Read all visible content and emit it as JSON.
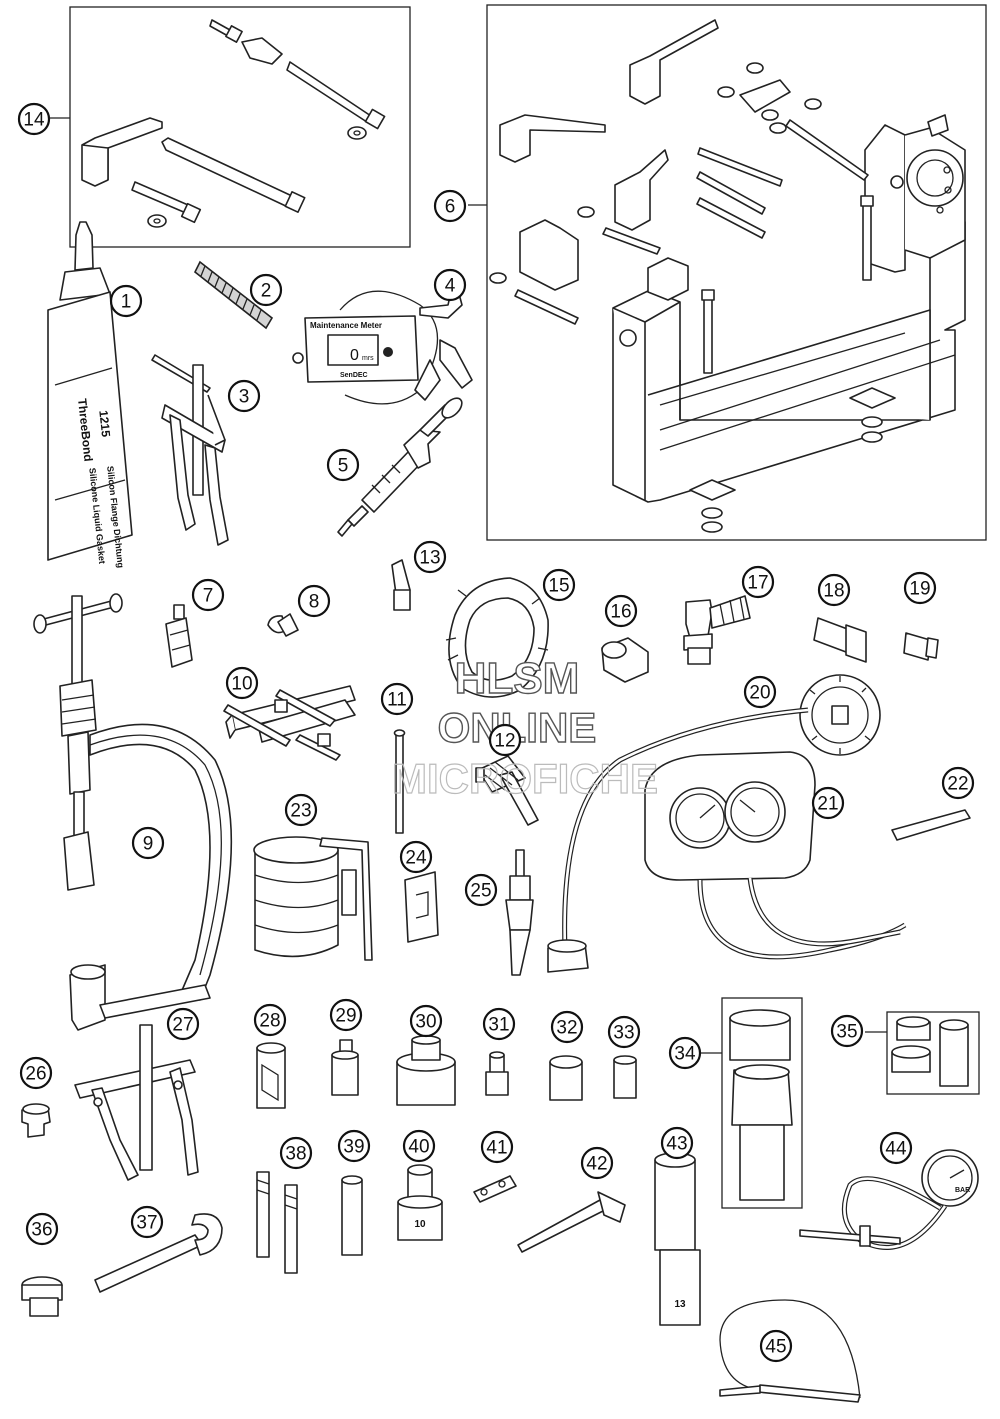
{
  "watermark": {
    "line1": "HLSM",
    "line2": "ONLINE",
    "line3": "MICROFICHE"
  },
  "tube_label": {
    "brand": "ThreeBond",
    "code": "1215",
    "desc1": "Silicone Liquid Gasket",
    "desc2": "Silicon Flange Dichtung"
  },
  "meter": {
    "title": "Maintenance Meter",
    "reading": "0",
    "unit": "mrs",
    "brand": "SenDEC"
  },
  "socket_labels": {
    "s40": "10",
    "s43": "13"
  },
  "gauge_44_unit": "BAR",
  "callouts": [
    "1",
    "2",
    "3",
    "4",
    "5",
    "6",
    "7",
    "8",
    "9",
    "10",
    "11",
    "12",
    "13",
    "14",
    "15",
    "16",
    "17",
    "18",
    "19",
    "20",
    "21",
    "22",
    "23",
    "24",
    "25",
    "26",
    "27",
    "28",
    "29",
    "30",
    "31",
    "32",
    "33",
    "34",
    "35",
    "36",
    "37",
    "38",
    "39",
    "40",
    "41",
    "42",
    "43",
    "44",
    "45"
  ]
}
